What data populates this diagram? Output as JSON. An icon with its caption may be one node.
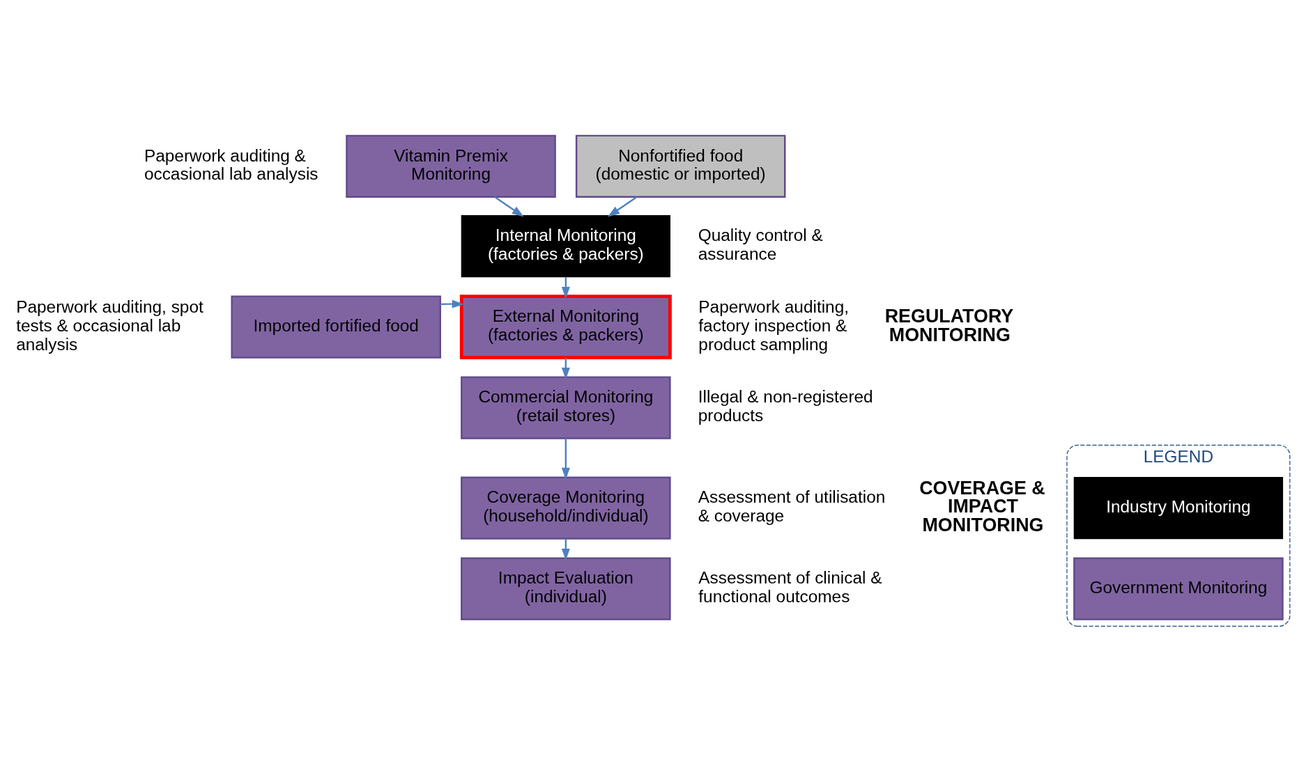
{
  "diagram": {
    "nodes": [
      {
        "text": [
          "Vitamin Premix Monitoring"
        ],
        "beside": [
          "Paperwork auditing & occasional lab analysis"
        ]
      },
      {
        "text": [
          "Nonfortified food (domestic or imported)"
        ]
      },
      {
        "text": [
          "Internal Monitoring (factories & packers)"
        ],
        "beside": [
          "Quality control & assurance"
        ]
      },
      {
        "text": [
          "Imported fortified food"
        ],
        "beside": [
          "Paperwork auditing, spot tests & occasional lab analysis"
        ]
      },
      {
        "text": [
          "External Monitoring (factories & packers)"
        ],
        "beside": [
          "Paperwork auditing, factory inspection & product sampling"
        ]
      },
      {
        "text": [
          "Commercial Monitoring (retail stores)"
        ],
        "beside": [
          "Illegal & non-registered products"
        ]
      },
      {
        "text": [
          "Coverage Monitoring (household/individual)"
        ],
        "beside": [
          "Assessment of utilisation & coverage"
        ]
      },
      {
        "text": [
          "Impact Evaluation (individual)"
        ],
        "beside": [
          "Assessment of clinical & functional outcomes"
        ]
      },
      {
        "text": [
          "LEGEND"
        ]
      },
      {
        "text": [
          "Industry Monitoring"
        ],
        "in": 8
      },
      {
        "text": [
          "Government Monitoring"
        ],
        "in": 8
      }
    ],
    "edges": [
      {
        "from": 0,
        "to": 2,
        "arrow": "to"
      },
      {
        "from": 1,
        "to": 2,
        "arrow": "to"
      },
      {
        "from": 2,
        "to": 4,
        "arrow": "to"
      },
      {
        "from": 3,
        "to": 4,
        "arrow": "to"
      },
      {
        "from": 4,
        "to": 5,
        "arrow": "to"
      },
      {
        "from": 5,
        "to": 6,
        "arrow": "to"
      },
      {
        "from": 6,
        "to": 7,
        "arrow": "to"
      }
    ],
    "labels": [
      "REGULATORY MONITORING",
      "COVERAGE & IMPACT MONITORING"
    ]
  }
}
